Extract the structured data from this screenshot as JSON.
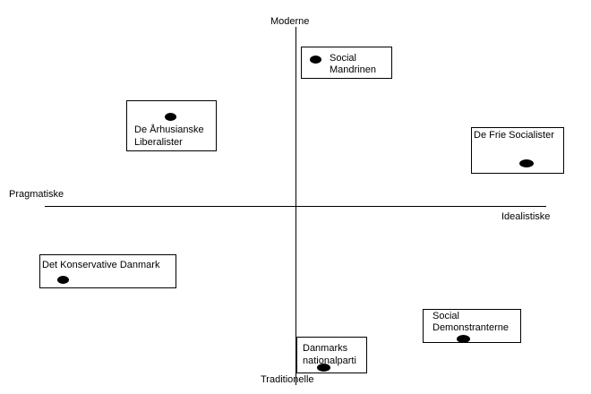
{
  "axes": {
    "top": "Moderne",
    "bottom": "Traditionelle",
    "left": "Pragmatiske",
    "right": "Idealistiske"
  },
  "parties": [
    {
      "name_line1": "Social",
      "name_line2": "Mandrinen"
    },
    {
      "name_line1": "De Århusianske",
      "name_line2": "Liberalister"
    },
    {
      "name_line1": "De Frie Socialister",
      "name_line2": ""
    },
    {
      "name_line1": "Det Konservative Danmark",
      "name_line2": ""
    },
    {
      "name_line1": "Social",
      "name_line2": "Demonstranterne"
    },
    {
      "name_line1": "Danmarks",
      "name_line2": "nationalparti"
    }
  ]
}
